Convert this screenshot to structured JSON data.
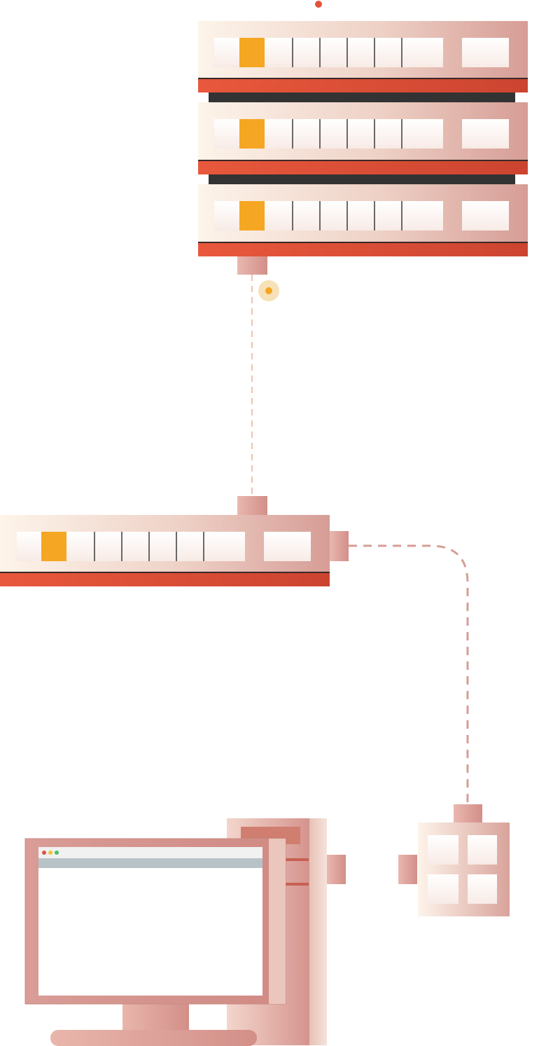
{
  "diagram": {
    "kind": "network-illustration",
    "nodes": [
      {
        "id": "server-rack",
        "icon": "server-rack-icon",
        "units": 3
      },
      {
        "id": "network-switch",
        "icon": "network-switch-icon"
      },
      {
        "id": "hub-box",
        "icon": "hub-box-icon"
      },
      {
        "id": "desktop-computer",
        "icon": "desktop-computer-icon"
      }
    ],
    "connections": [
      {
        "from": "server-rack",
        "to": "network-switch",
        "style": "dashed"
      },
      {
        "from": "network-switch",
        "to": "hub-box",
        "style": "dashed"
      },
      {
        "from": "hub-box",
        "to": "desktop-computer",
        "style": "dashed"
      }
    ]
  },
  "colors": {
    "accent_red": "#e2543a",
    "accent_orange": "#f5a623",
    "rose": "#d4958f",
    "rose_light": "#e8b8ae",
    "cream": "#fdf4ea",
    "dark_bar": "#333333",
    "screen_bar": "#b8c3c8",
    "dot_red": "#e0524a",
    "dot_yellow": "#f3c234",
    "dot_green": "#4cbf6a"
  }
}
